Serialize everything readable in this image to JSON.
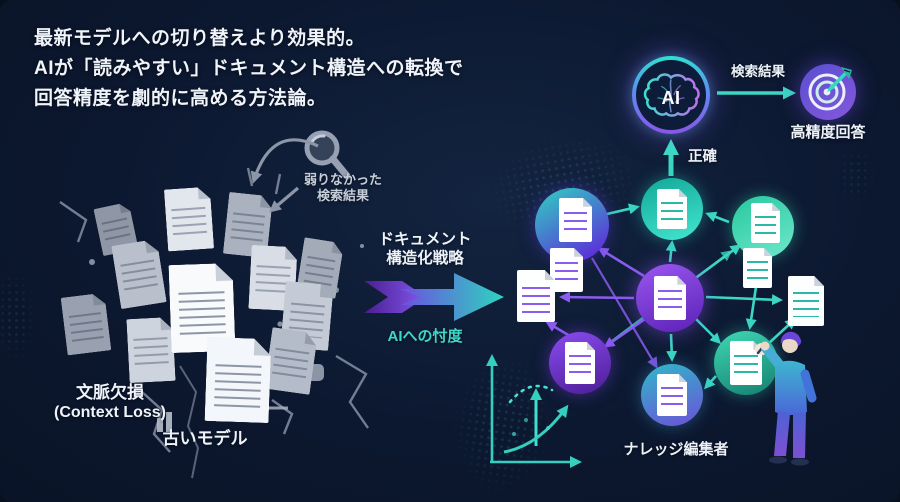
{
  "title": {
    "lines": [
      "最新モデルへの切り替えより効果的。",
      "AIが「読みやすい」ドキュメント構造への転換で",
      "回答精度を劇的に高める方法論。"
    ]
  },
  "old_model": {
    "weak_results_line1": "弱りなかった",
    "weak_results_line2": "検索結果",
    "context_loss_jp": "文脈欠損",
    "context_loss_en": "(Context Loss)",
    "label": "古いモデル"
  },
  "transition": {
    "strategy_line1": "ドキュメント",
    "strategy_line2": "構造化戦略",
    "deference": "AIへの忖度"
  },
  "result_flow": {
    "ai": "AI",
    "accurate": "正確",
    "search_results": "検索結果",
    "high_precision_answer": "高精度回答"
  },
  "network": {
    "editor": "ナレッジ編集者"
  },
  "icons": {
    "magnifier": "magnifier-icon",
    "brain": "ai-brain-icon",
    "target": "target-dart-icon",
    "person": "knowledge-editor-figure",
    "growth_chart": "growth-chart-icon"
  },
  "colors": {
    "background": "#0c1830",
    "teal": "#3bd6c4",
    "purple": "#8a5cf0",
    "text": "#eef3fa",
    "muted_gray": "#c2cad8"
  }
}
